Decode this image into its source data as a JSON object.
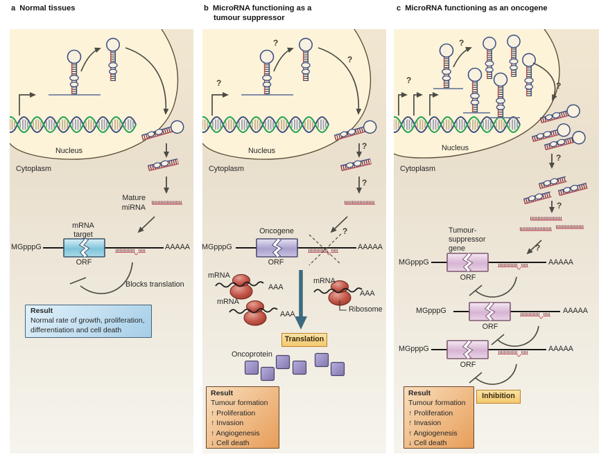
{
  "figure": {
    "panel_a": {
      "letter": "a",
      "title": "Normal tissues",
      "nucleus_label": "Nucleus",
      "cytoplasm_label": "Cytoplasm",
      "mature_mirna_line1": "Mature",
      "mature_mirna_line2": "miRNA",
      "mrna_target_line1": "mRNA",
      "mrna_target_line2": "target",
      "cap_label": "MGpppG",
      "polya_label": "AAAAA",
      "orf_label": "ORF",
      "blocks_translation": "Blocks translation",
      "result": {
        "title": "Result",
        "lines": [
          "Normal rate of growth, proliferation,",
          "differentiation and cell death"
        ]
      }
    },
    "panel_b": {
      "letter": "b",
      "title_line1": "MicroRNA functioning as a",
      "title_line2": "tumour suppressor",
      "nucleus_label": "Nucleus",
      "cytoplasm_label": "Cytoplasm",
      "oncogene_label": "Oncogene",
      "cap_label": "MGpppG",
      "polya_label": "AAAAA",
      "orf_label": "ORF",
      "mrna_label": "mRNA",
      "aaa_label": "AAA",
      "ribosome_label": "Ribosome",
      "translation_label": "Translation",
      "oncoprotein_label": "Oncoprotein",
      "result": {
        "title": "Result",
        "lines": [
          "Tumour formation",
          "↑ Proliferation",
          "↑ Invasion",
          "↑ Angiogenesis",
          "↓ Cell death"
        ]
      }
    },
    "panel_c": {
      "letter": "c",
      "title": "MicroRNA functioning as an oncogene",
      "nucleus_label": "Nucleus",
      "cytoplasm_label": "Cytoplasm",
      "tsg_line1": "Tumour-",
      "tsg_line2": "suppressor",
      "tsg_line3": "gene",
      "cap_label": "MGpppG",
      "polya_label": "AAAAA",
      "orf_label": "ORF",
      "inhibition_label": "Inhibition",
      "result": {
        "title": "Result",
        "lines": [
          "Tumour formation",
          "↑ Proliferation",
          "↑ Invasion",
          "↑ Angiogenesis",
          "↓ Cell death"
        ]
      }
    }
  },
  "symbols": {
    "question_mark": "?"
  },
  "colors": {
    "panel_top": "#f1e7d1",
    "panel_mid": "#e9dfcd",
    "panel_low": "#f0ebdf",
    "panel_bottom": "#f6f4ee",
    "nucleus_fill": "#fcf3d9",
    "nucleus_stroke": "#5e5139",
    "dna_green": "#21a04f",
    "dna_blue": "#3d4f80",
    "rung_tan": "#c3b294",
    "rung_blue": "#9aa3b8",
    "mirna_red": "#b34d55",
    "mirna_dark": "#7d2f42",
    "comb_line": "#c45668",
    "transcript": "#5a6a94",
    "arrow": "#4c4c44",
    "ink": "#161616",
    "orf_a_1": "#d9eff6",
    "orf_a_2": "#7fc4da",
    "orf_a_3": "#a9dae8",
    "orf_border_a": "#38536b",
    "orf_b_1": "#e4e1f1",
    "orf_b_2": "#a9a0cd",
    "orf_b_3": "#cac3e1",
    "orf_border_b": "#4c4c6e",
    "orf_c_1": "#f5e8f2",
    "orf_c_2": "#d7b4d4",
    "orf_c_3": "#ead4e6",
    "orf_border_c": "#7d5670",
    "result_a_border": "#46607c",
    "result_o_border": "#6b4423",
    "tag_border": "#bf7f2a",
    "ribosome_1": "#e4a394",
    "ribosome_2": "#c2564a",
    "ribosome_3": "#93301f",
    "ribosome_stroke": "#6b2018",
    "square_1": "#b7aedd",
    "square_2": "#8478ae",
    "square_border": "#474168",
    "teal": "#3c6b80",
    "cream": "#f8f1e0"
  }
}
